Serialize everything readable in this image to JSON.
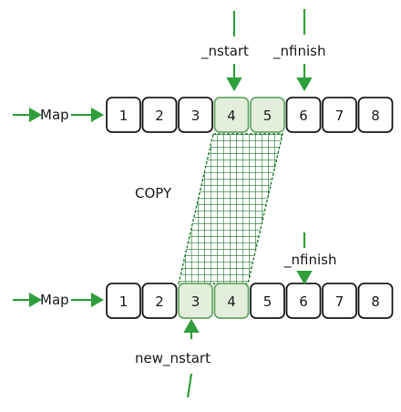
{
  "colors": {
    "accent": "#2e9e3a",
    "copy_hatch": "#1f7a2c",
    "highlight_fill": "#e3efdc",
    "cell_stroke": "#1a1a1a"
  },
  "top_row": {
    "map_label": "Map",
    "cells": [
      "1",
      "2",
      "3",
      "4",
      "5",
      "6",
      "7",
      "8"
    ],
    "highlighted": [
      3,
      4
    ],
    "nstart_label": "_nstart",
    "nfinish_label": "_nfinish"
  },
  "copy_label": "COPY",
  "bottom_row": {
    "map_label": "Map",
    "cells": [
      "1",
      "2",
      "3",
      "4",
      "5",
      "6",
      "7",
      "8"
    ],
    "highlighted": [
      2,
      3
    ],
    "nfinish_label": "_nfinish",
    "new_nstart_label": "new_nstart"
  }
}
